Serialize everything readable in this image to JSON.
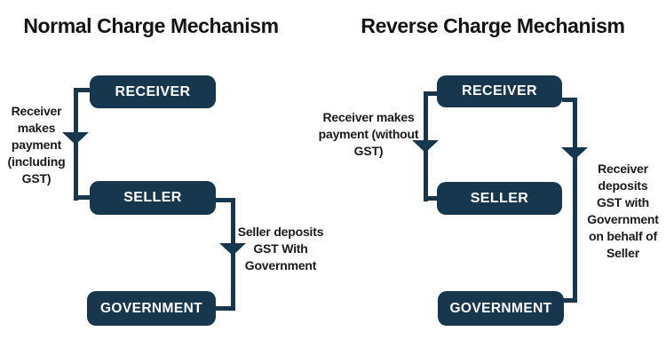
{
  "colors": {
    "node_fill": "#17374e",
    "node_text": "#ffffff",
    "connector": "#17374e",
    "label_text": "#1a1a1a",
    "background": "#ffffff"
  },
  "panels": [
    {
      "id": "normal-charge",
      "title": "Normal Charge Mechanism",
      "nodes": {
        "receiver": "RECEIVER",
        "seller": "SELLER",
        "government": "GOVERNMENT"
      },
      "edges": [
        {
          "from": "receiver",
          "to": "seller",
          "direction": "down",
          "label": "Receiver\nmakes\npayment\n(including\nGST)"
        },
        {
          "from": "seller",
          "to": "government",
          "direction": "down",
          "label": "Seller deposits\nGST With\nGovernment"
        }
      ]
    },
    {
      "id": "reverse-charge",
      "title": "Reverse Charge Mechanism",
      "nodes": {
        "receiver": "RECEIVER",
        "seller": "SELLER",
        "government": "GOVERNMENT"
      },
      "edges": [
        {
          "from": "receiver",
          "to": "seller",
          "direction": "down",
          "label": "Receiver makes\npayment (without\nGST)"
        },
        {
          "from": "receiver",
          "to": "government",
          "direction": "down",
          "label": "Receiver\ndeposits\nGST with\nGovernment\non behalf of\nSeller"
        }
      ]
    }
  ]
}
